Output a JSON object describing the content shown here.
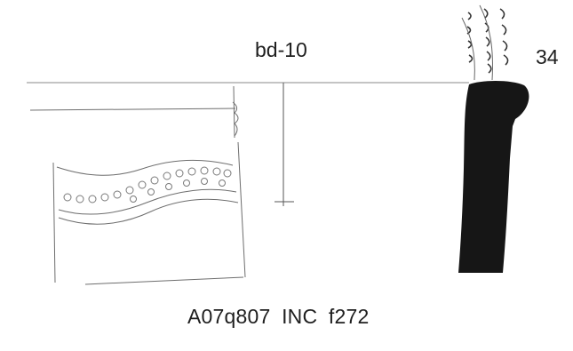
{
  "labels": {
    "diameter": "bd-10",
    "thickness": "34",
    "catalog": "A07q807  INC  f272"
  },
  "colors": {
    "profile_fill": "#161616",
    "line": "#4a4a4a",
    "sketch": "#7a7a7a"
  }
}
